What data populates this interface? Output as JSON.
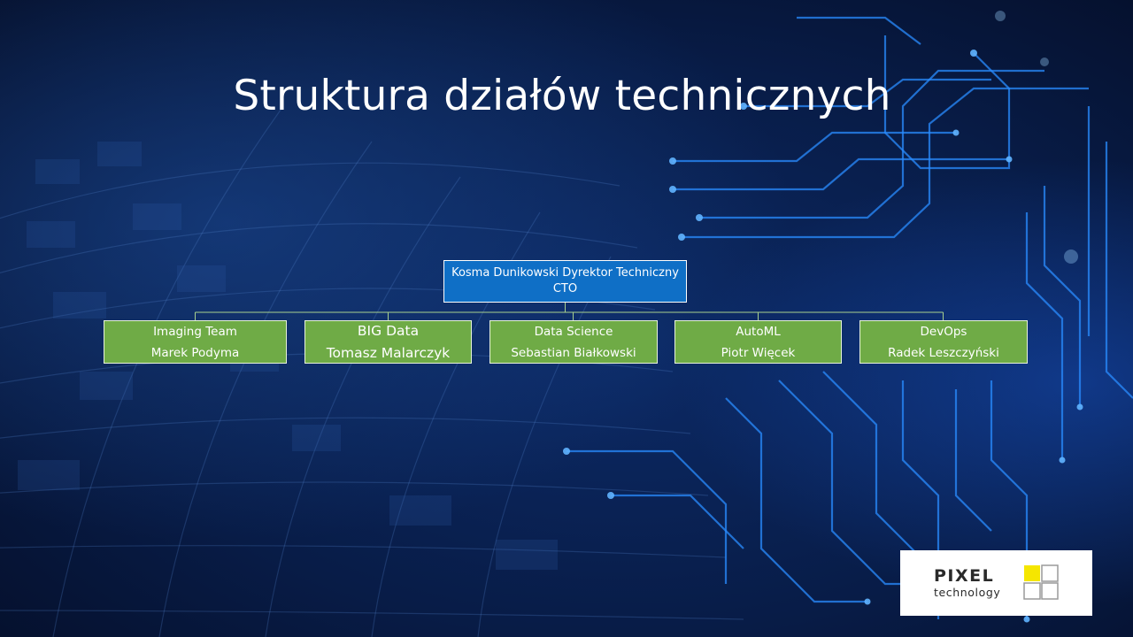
{
  "slide": {
    "title": "Struktura działów technicznych",
    "colors": {
      "background": "#0a1a3a",
      "root_box": "#0f6fc6",
      "child_box": "#6fab46",
      "connector": "#a9d18e"
    }
  },
  "org_chart": {
    "root": {
      "line1": "Kosma Dunikowski Dyrektor Techniczny",
      "line2": "CTO"
    },
    "children": [
      {
        "team": "Imaging Team",
        "lead": "Marek Podyma"
      },
      {
        "team": "BIG Data",
        "lead": "Tomasz Malarczyk"
      },
      {
        "team": "Data Science",
        "lead": "Sebastian Białkowski"
      },
      {
        "team": "AutoML",
        "lead": "Piotr Więcek"
      },
      {
        "team": "DevOps",
        "lead": "Radek Leszczyński"
      }
    ]
  },
  "logo": {
    "name": "PIXEL",
    "sub": "technology",
    "mark_icon": "pixel-grid-logo-icon"
  }
}
